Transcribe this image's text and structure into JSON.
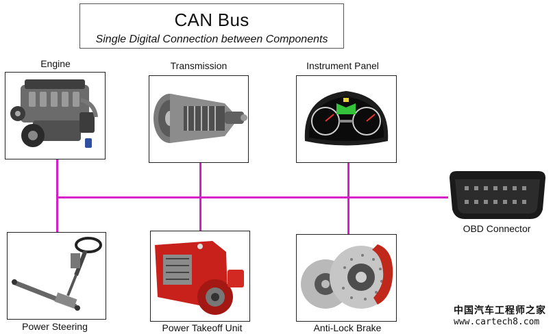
{
  "title": {
    "main": "CAN Bus",
    "subtitle": "Single Digital Connection between Components"
  },
  "components": {
    "engine": {
      "label": "Engine",
      "icon": "engine-icon"
    },
    "transmission": {
      "label": "Transmission",
      "icon": "transmission-icon"
    },
    "instrument_panel": {
      "label": "Instrument Panel",
      "icon": "instrument-panel-icon"
    },
    "obd_connector": {
      "label": "OBD Connector",
      "icon": "obd-connector-icon"
    },
    "power_steering": {
      "label": "Power Steering",
      "icon": "steering-column-icon"
    },
    "power_takeoff": {
      "label": "Power Takeoff Unit",
      "icon": "power-takeoff-icon"
    },
    "anti_lock_brake": {
      "label": "Anti-Lock Brake",
      "icon": "brake-disc-icon"
    }
  },
  "watermark": {
    "cn": "中国汽车工程师之家",
    "url": "www.cartech8.com"
  },
  "colors": {
    "bus": "#d61fc9",
    "brake_caliper": "#c0281c",
    "pto_red": "#c8201a"
  }
}
